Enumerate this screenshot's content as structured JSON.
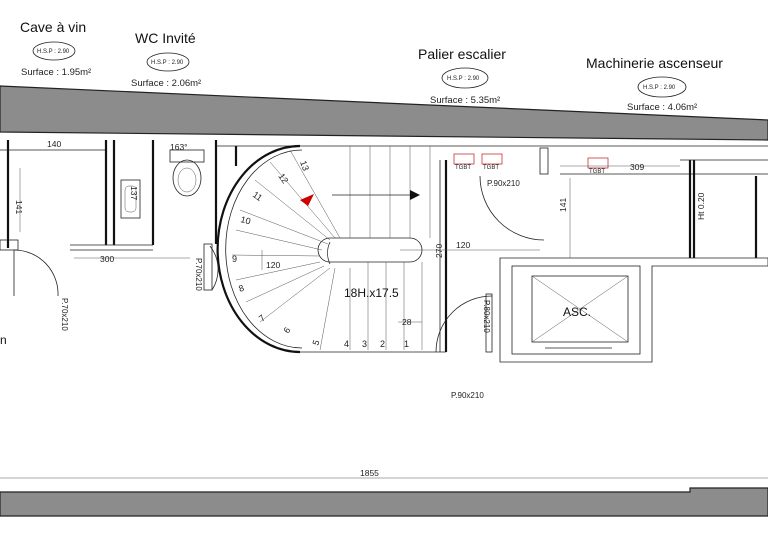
{
  "rooms": [
    {
      "name": "Cave à vin",
      "hsp": "H.S.P : 2.90",
      "surface": "Surface : 1.95m²"
    },
    {
      "name": "WC Invité",
      "hsp": "H.S.P : 2.90",
      "surface": "Surface : 2.06m²"
    },
    {
      "name": "Palier escalier",
      "hsp": "H.S.P : 2.90",
      "surface": "Surface : 5.35m²"
    },
    {
      "name": "Machinerie ascenseur",
      "hsp": "H.S.P : 2.90",
      "surface": "Surface : 4.06m²"
    }
  ],
  "dimensions": {
    "d140": "140",
    "d141a": "141",
    "d137": "137",
    "d300": "300",
    "d163": "163°",
    "d309": "309",
    "d141b": "141",
    "d120a": "120",
    "d120b": "120",
    "d270": "270",
    "d28": "28",
    "d1855": "1855",
    "ht": "Ht 0.20"
  },
  "doors": {
    "p70a": "P.70x210",
    "p70b": "P.70x210",
    "p90a": "P.90x210",
    "p80": "P.80x210",
    "p90b": "P.90x210"
  },
  "stair": {
    "label": "18H.x17.5",
    "steps": [
      "13",
      "12",
      "11",
      "10",
      "9",
      "8",
      "7",
      "6",
      "5",
      "4",
      "3",
      "2",
      "1"
    ]
  },
  "elevator": {
    "label": "ASC."
  },
  "partial_label": "n",
  "tgbt": [
    "TGBT",
    "TGBT",
    "TGBT"
  ]
}
